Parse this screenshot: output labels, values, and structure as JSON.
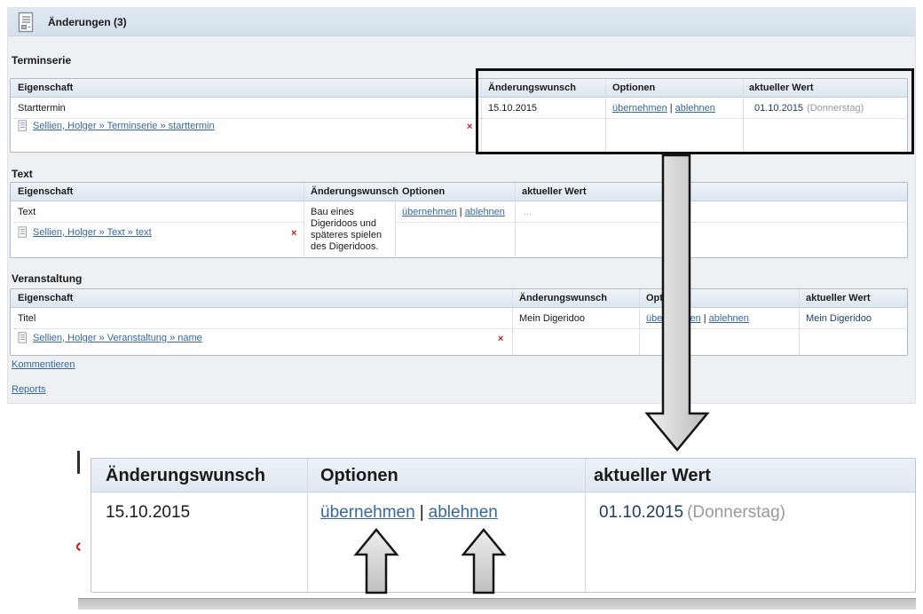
{
  "app": {
    "title": "Änderungen (3)"
  },
  "table_headers": {
    "property": "Eigenschaft",
    "change_request": "Änderungswunsch",
    "options": "Optionen",
    "current_value": "aktueller Wert"
  },
  "sections": [
    {
      "title": "Terminserie",
      "property": "Starttermin",
      "link": "Sellien, Holger » Terminserie » starttermin",
      "change_request": "15.10.2015",
      "accept": "übernehmen",
      "separator": "|",
      "reject": "ablehnen",
      "current_value": "01.10.2015",
      "current_value_note": "(Donnerstag)",
      "delete_mark": "×"
    },
    {
      "title": "Text",
      "property": "Text",
      "link": "Sellien, Holger » Text » text",
      "change_request": "Bau eines Digeridoos und späteres spielen des Digeridoos.",
      "accept": "übernehmen",
      "separator": "|",
      "reject": "ablehnen",
      "current_value": "...",
      "current_value_note": "",
      "delete_mark": "×"
    },
    {
      "title": "Veranstaltung",
      "property": "Titel",
      "link": "Sellien, Holger » Veranstaltung » name",
      "change_request": "Mein Digeridoo",
      "accept": "übernehmen",
      "separator": "|",
      "reject": "ablehnen",
      "current_value": "Mein Digeridoo",
      "current_value_note": "",
      "delete_mark": "×"
    }
  ],
  "footer": {
    "comment_link": "Kommentieren",
    "reports_link": "Reports"
  },
  "callout": {
    "headers": {
      "change_request": "Änderungswunsch",
      "options": "Optionen",
      "current_value": "aktueller Wert"
    },
    "change_request": "15.10.2015",
    "accept": "übernehmen",
    "separator": "|",
    "reject": "ablehnen",
    "current_value": "01.10.2015",
    "current_value_note": "(Donnerstag)",
    "partial_delete_mark": "×"
  },
  "colors": {
    "link_blue": "#36689d",
    "value_navy": "#1e3e63",
    "muted_gray": "#999999",
    "delete_red": "#c22020",
    "highlight_border": "#101010",
    "arrow_gray": "#cccccc",
    "header_bar": "#d9e3ed"
  }
}
